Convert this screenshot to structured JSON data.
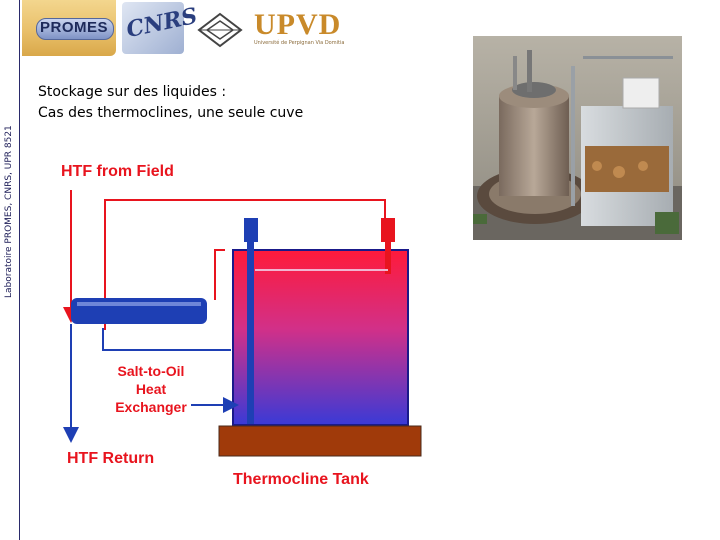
{
  "sidebar": {
    "label": "Laboratoire PROMES, CNRS, UPR 8521"
  },
  "logos": {
    "promes": "PROMES",
    "cnrs": "CNRS",
    "upvd": "UPVD",
    "upvd_sub": "Université de Perpignan Via Domitia"
  },
  "slide": {
    "title_line1": "Stockage sur des liquides :",
    "title_line2": "Cas des thermoclines, une seule cuve"
  },
  "diagram": {
    "htf_from_field": "HTF from Field",
    "hx_line1": "Salt-to-Oil",
    "hx_line2": "Heat",
    "hx_line3": "Exchanger",
    "htf_return": "HTF Return",
    "tank_label": "Thermocline Tank",
    "colors": {
      "hot": "#ff1a3a",
      "cold": "#1a2adf",
      "pipe_red": "#e8141e",
      "pipe_blue": "#1e3fb4",
      "base": "#a03a0a"
    }
  }
}
